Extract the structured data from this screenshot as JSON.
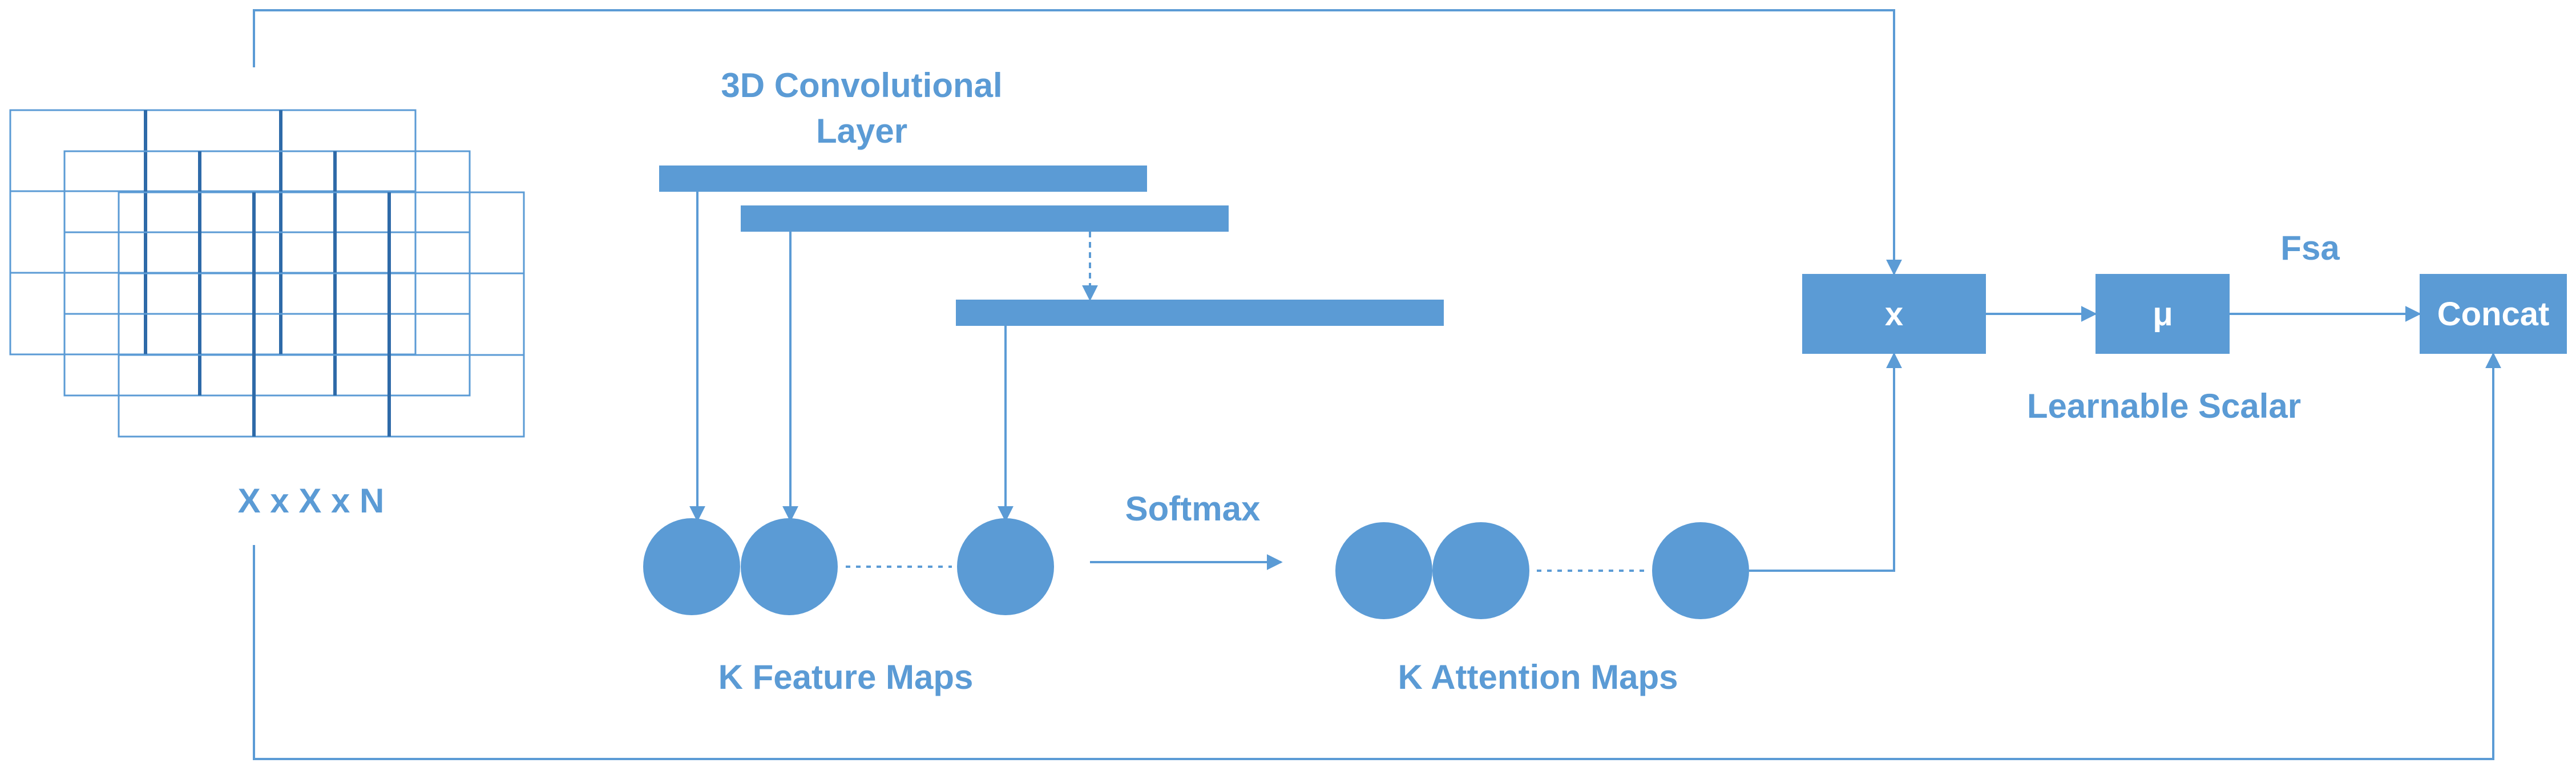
{
  "labels": {
    "conv_layer_line1": "3D Convolutional",
    "conv_layer_line2": "Layer",
    "input_dims": "X x X x N",
    "softmax": "Softmax",
    "feature_maps": "K Feature Maps",
    "attention_maps": "K Attention Maps",
    "fsa": "Fsa",
    "learnable_scalar": "Learnable Scalar"
  },
  "boxes": {
    "multiply": "x",
    "mu": "μ",
    "concat": "Concat"
  },
  "colors": {
    "accent": "#5b9bd5",
    "dark_accent": "#2e6aa8",
    "background": "#ffffff"
  }
}
